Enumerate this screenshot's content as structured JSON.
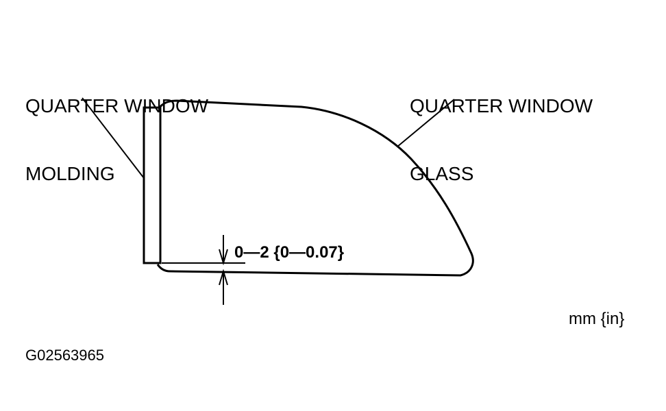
{
  "labels": {
    "molding": [
      "QUARTER WINDOW",
      "MOLDING"
    ],
    "glass": [
      "QUARTER WINDOW",
      "GLASS"
    ]
  },
  "dimension": {
    "text": "0—2 {0—0.07}"
  },
  "units": "mm {in}",
  "figure_code": "G02563965",
  "colors": {
    "line": "#000000",
    "background": "#ffffff"
  }
}
